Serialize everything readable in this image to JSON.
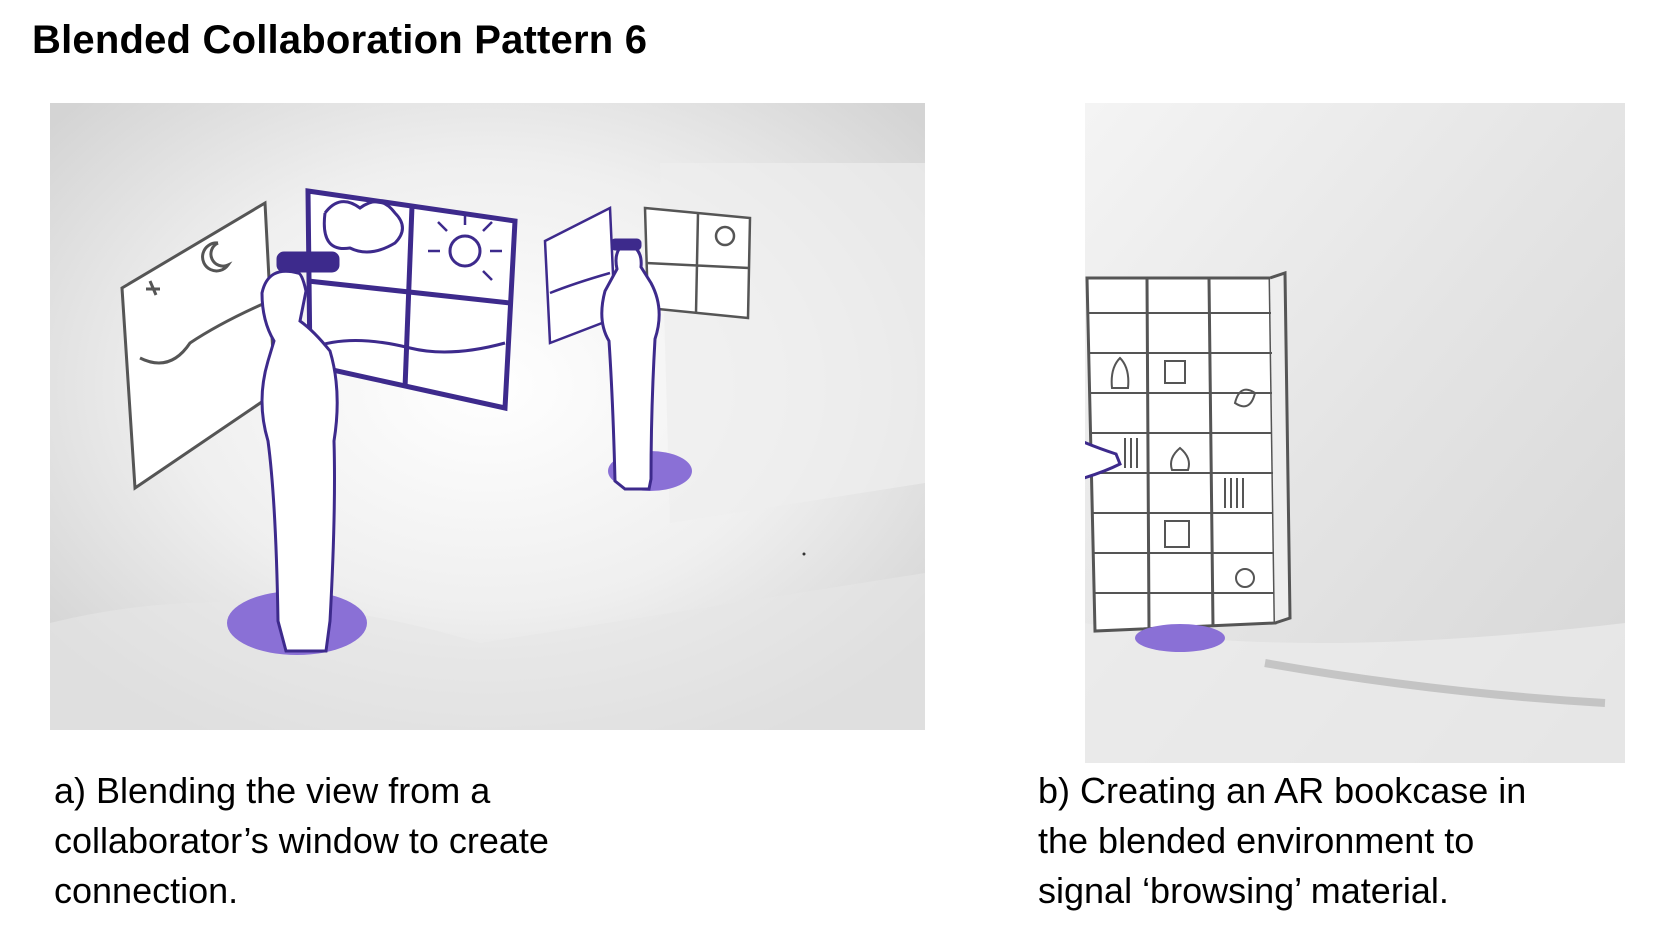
{
  "title": "Blended Collaboration Pattern 6",
  "colors": {
    "ink": "#3d2a8c",
    "accent": "#8a70d6",
    "sketch": "#555555",
    "wash": "#dcdcdc"
  },
  "panels": [
    {
      "id": "a",
      "caption_lines": [
        "a) Blending the view from a",
        "collaborator’s window to create",
        "connection."
      ]
    },
    {
      "id": "b",
      "caption_lines": [
        "b) Creating an AR bookcase in",
        "the blended environment to",
        "signal ‘browsing’ material."
      ]
    }
  ]
}
